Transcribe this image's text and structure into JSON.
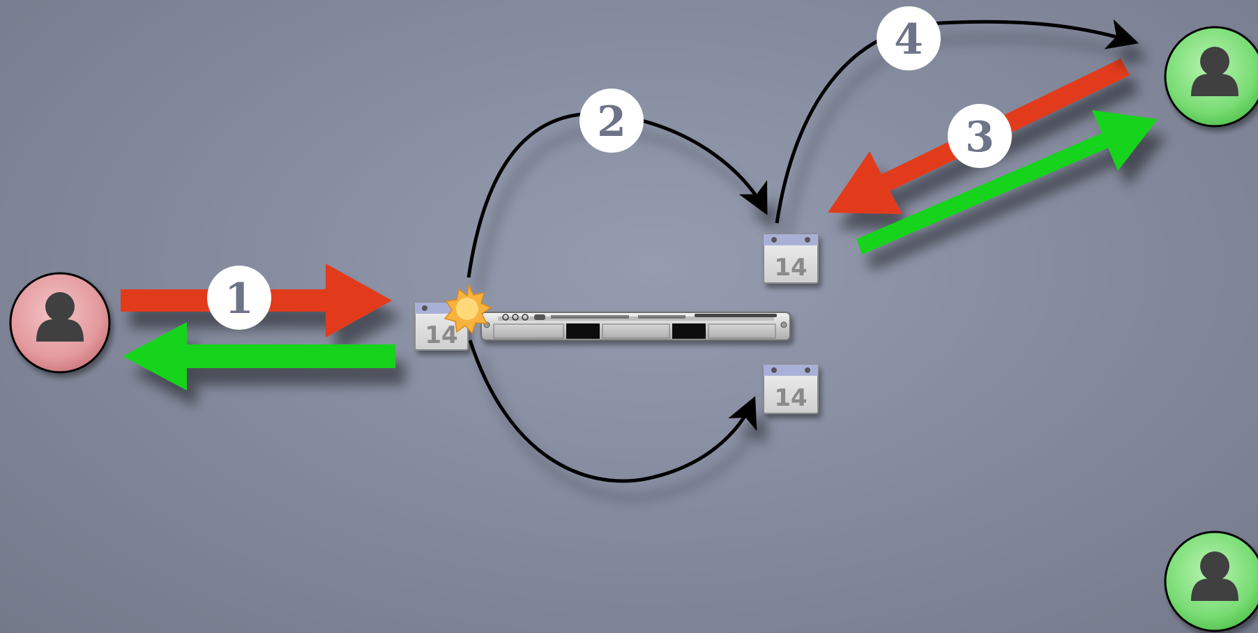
{
  "colors": {
    "background": "#868c9f",
    "request_arrow": "#e23b1e",
    "response_arrow": "#17d31d",
    "organizer_avatar": "#e8a0a4",
    "attendee_avatar": "#7fe07a",
    "connector": "#000000",
    "badge_fill": "#ffffff",
    "badge_text": "#6e7488"
  },
  "icons": {
    "organizer": "person-icon",
    "attendee": "person-icon",
    "calendar": "calendar-icon",
    "server": "rack-server-icon",
    "new_item": "starburst-icon"
  },
  "steps": {
    "step1": "1",
    "step2": "2",
    "step3": "3",
    "step4": "4"
  },
  "calendars": {
    "organizer_calendar_day": "14",
    "attendee_calendar_day": "14",
    "other_calendar_day": "14"
  }
}
